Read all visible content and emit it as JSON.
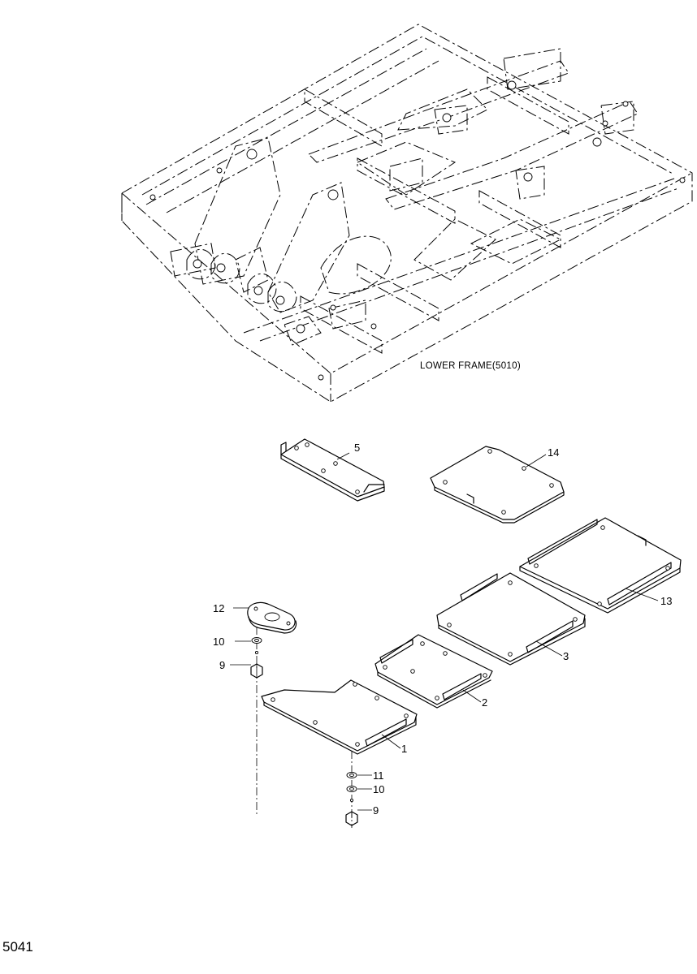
{
  "lower_frame_label": "LOWER FRAME(5010)",
  "page_code": "5041",
  "callouts": [
    {
      "id": "c5",
      "text": "5"
    },
    {
      "id": "c14",
      "text": "14"
    },
    {
      "id": "c13",
      "text": "13"
    },
    {
      "id": "c3",
      "text": "3"
    },
    {
      "id": "c2",
      "text": "2"
    },
    {
      "id": "c1",
      "text": "1"
    },
    {
      "id": "c12",
      "text": "12"
    },
    {
      "id": "c10a",
      "text": "10"
    },
    {
      "id": "c9a",
      "text": "9"
    },
    {
      "id": "c11",
      "text": "11"
    },
    {
      "id": "c10b",
      "text": "10"
    },
    {
      "id": "c9b",
      "text": "9"
    }
  ]
}
